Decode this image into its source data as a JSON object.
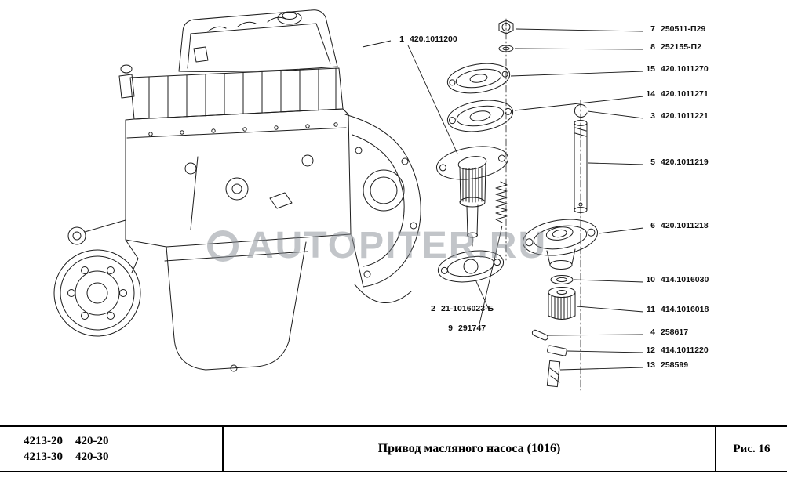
{
  "watermark": {
    "logo": "autopiter-ring",
    "text": "AUTOPITER.RU"
  },
  "diagram": {
    "callouts_left": [
      {
        "num": "1",
        "part": "420.1011200"
      },
      {
        "num": "2",
        "part": "21-1016023-Б"
      },
      {
        "num": "9",
        "part": "291747"
      }
    ],
    "callouts_right": [
      {
        "num": "7",
        "part": "250511-П29"
      },
      {
        "num": "8",
        "part": "252155-П2"
      },
      {
        "num": "15",
        "part": "420.1011270"
      },
      {
        "num": "14",
        "part": "420.1011271"
      },
      {
        "num": "3",
        "part": "420.1011221"
      },
      {
        "num": "5",
        "part": "420.1011219"
      },
      {
        "num": "6",
        "part": "420.1011218"
      },
      {
        "num": "10",
        "part": "414.1016030"
      },
      {
        "num": "11",
        "part": "414.1016018"
      },
      {
        "num": "4",
        "part": "258617"
      },
      {
        "num": "12",
        "part": "414.1011220"
      },
      {
        "num": "13",
        "part": "258599"
      }
    ]
  },
  "footer": {
    "models": [
      [
        "4213-20",
        "420-20"
      ],
      [
        "4213-30",
        "420-30"
      ]
    ],
    "title": "Привод масляного насоса (1016)",
    "figure_label": "Рис. 16"
  },
  "colors": {
    "line": "#1c1c1c",
    "watermark": "#878d94"
  }
}
